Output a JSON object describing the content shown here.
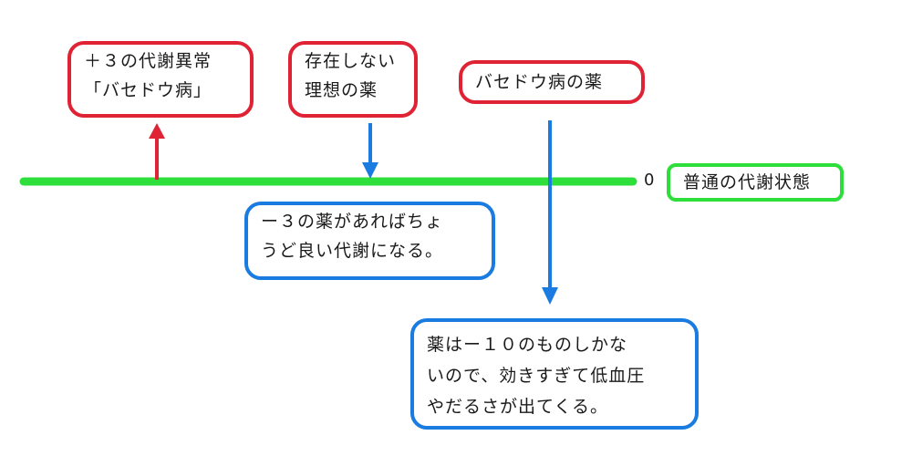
{
  "colors": {
    "increase": "#e02334",
    "decrease": "#1a7be0",
    "baseline": "#2ede3a"
  },
  "baseline": {
    "value_label": "0",
    "label": "普通の代謝状態"
  },
  "boxes": {
    "basedow_metabolism": {
      "lines": [
        "＋３の代謝異常",
        "「バセドウ病」"
      ]
    },
    "ideal_medicine": {
      "lines": [
        "存在しない",
        "理想の薬"
      ]
    },
    "basedow_medicine": {
      "lines": [
        "バセドウ病の薬"
      ]
    },
    "minus3_medicine": {
      "lines": [
        "ー３の薬があればちょ",
        "うど良い代謝になる。"
      ]
    },
    "minus10_medicine": {
      "lines": [
        "薬はー１０のものしかな",
        "いので、効きすぎて低血圧",
        "やだるさが出てくる。"
      ]
    }
  }
}
